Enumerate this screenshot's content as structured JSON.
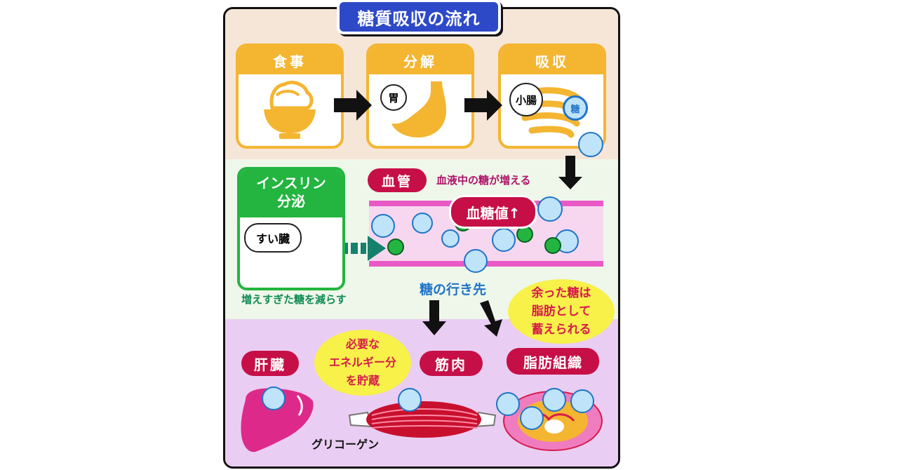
{
  "title": "糖質吸収の流れ",
  "steps": [
    {
      "label": "食事"
    },
    {
      "label": "分解",
      "organ": "胃"
    },
    {
      "label": "吸収",
      "organ": "小腸",
      "sugar": "糖"
    }
  ],
  "insulin": {
    "title_line1": "インスリン",
    "title_line2": "分泌",
    "organ": "すい臓",
    "caption": "増えすぎた糖を減らす"
  },
  "blood": {
    "vessel_label": "血管",
    "note": "血液中の糖が増える",
    "glucose_badge": "血糖値↑"
  },
  "destination": {
    "title": "糖の行き先"
  },
  "fat_note": {
    "line1": "余った糖は",
    "line2": "脂肪として",
    "line3": "蓄えられる"
  },
  "energy_note": {
    "line1": "必要な",
    "line2": "エネルギー分",
    "line3": "を貯蔵"
  },
  "targets": [
    {
      "label": "肝臓"
    },
    {
      "label": "筋肉"
    },
    {
      "label": "脂肪組織"
    }
  ],
  "glycogen": "グリコーゲン",
  "colors": {
    "title_bg": "#2d49c8",
    "step_orange": "#f4b531",
    "insulin_green": "#23b540",
    "accent_red": "#c70f47",
    "blue_text": "#1f74c8",
    "green_text": "#0f8a52",
    "glucose_blue": "#bfe3f8"
  }
}
